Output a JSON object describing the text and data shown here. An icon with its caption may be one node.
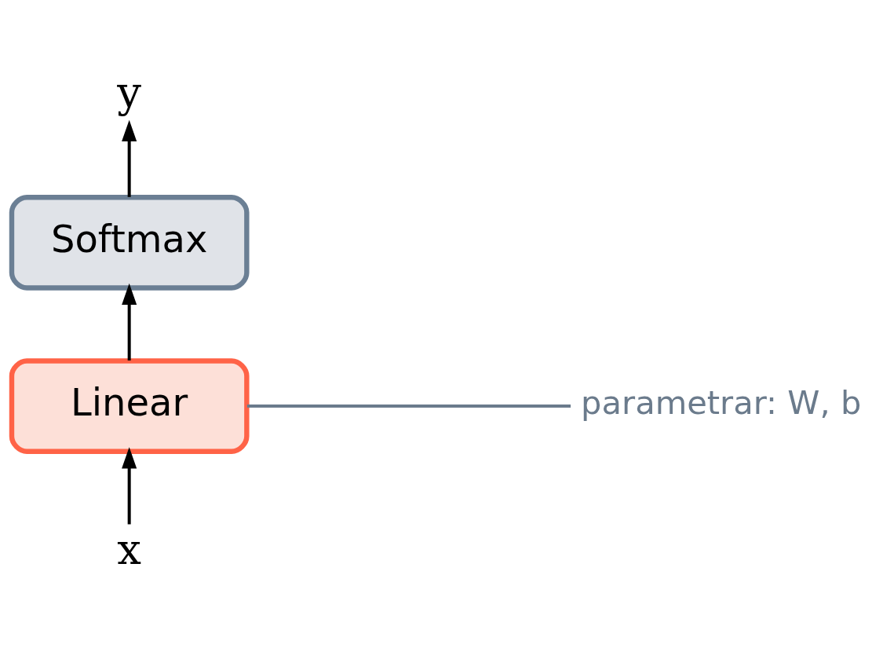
{
  "diagram": {
    "nodes": [
      {
        "text": [
          "y"
        ]
      },
      {
        "text": [
          "Softmax"
        ]
      },
      {
        "text": [
          "Linear"
        ]
      },
      {
        "text": [
          "x"
        ]
      },
      {
        "text": [
          "parametrar: W, b"
        ]
      }
    ],
    "edges": [
      {
        "from": 3,
        "to": 2,
        "arrow": "to"
      },
      {
        "from": 2,
        "to": 1,
        "arrow": "to"
      },
      {
        "from": 1,
        "to": 0,
        "arrow": "to"
      },
      {
        "from": 2,
        "to": 4,
        "arrow": "none",
        "color": "#6b7b8c"
      }
    ]
  }
}
